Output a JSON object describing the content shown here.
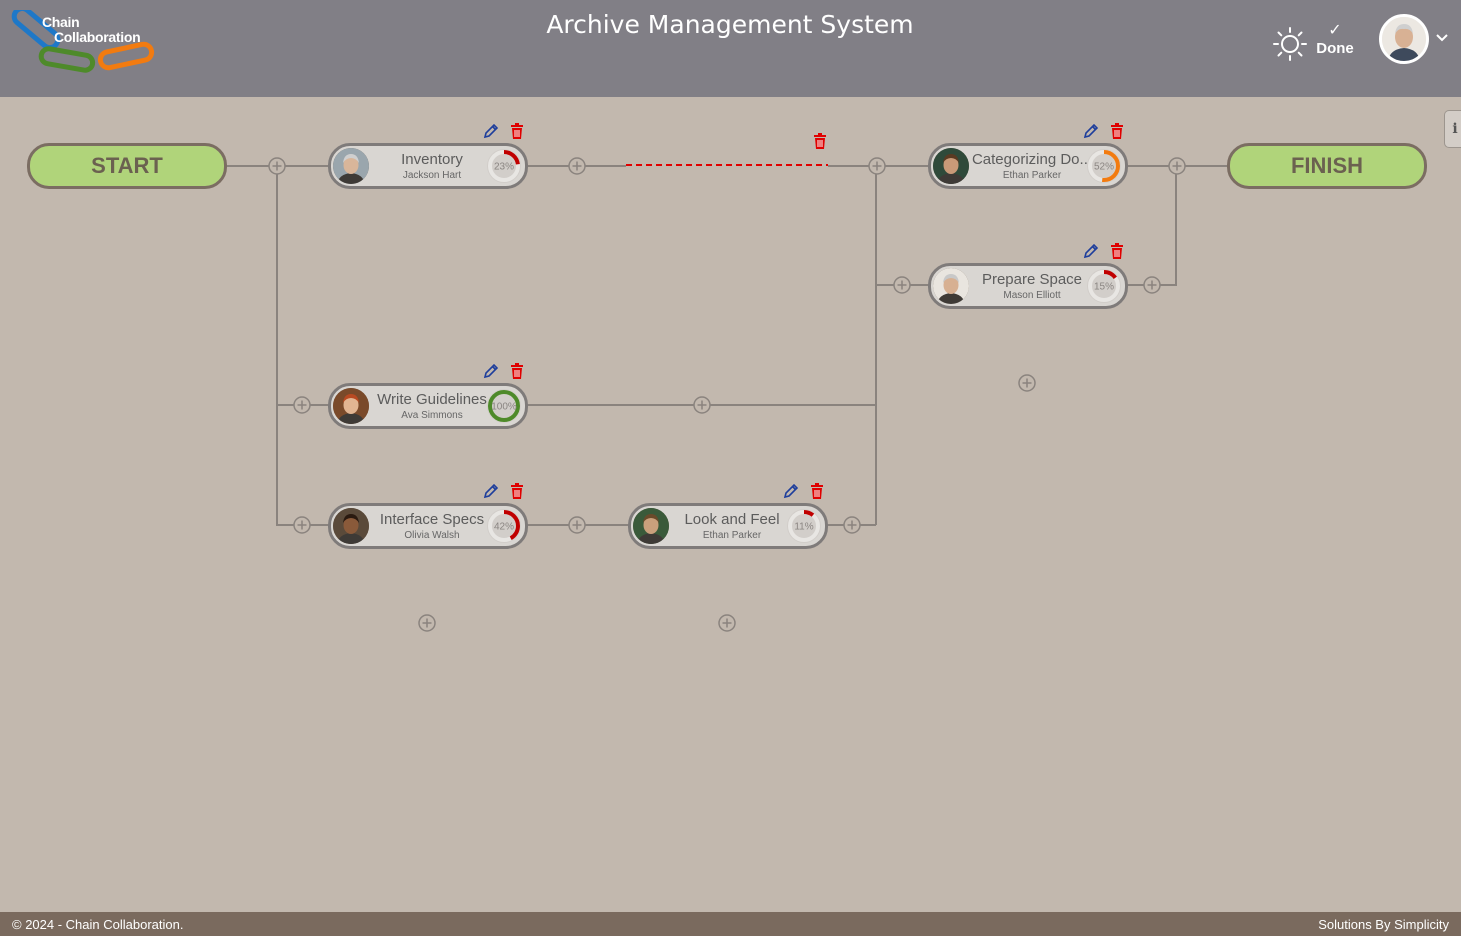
{
  "header": {
    "logo_line1": "Chain",
    "logo_line2": "Collaboration",
    "title": "Archive Management System",
    "theme_icon": "sun-icon",
    "done_label": "Done",
    "user_avatar_icon": "user-avatar",
    "menu_icon": "chevron-down-icon"
  },
  "info_tab_label": "i",
  "flow": {
    "start_label": "START",
    "finish_label": "FINISH",
    "tasks": [
      {
        "id": "inventory",
        "name": "Inventory",
        "assignee": "Jackson Hart",
        "progress": 23,
        "progress_label": "23%",
        "color": "#c00000"
      },
      {
        "id": "categorizing",
        "name": "Categorizing Do...",
        "assignee": "Ethan Parker",
        "progress": 52,
        "progress_label": "52%",
        "color": "#f27b10"
      },
      {
        "id": "prepare-space",
        "name": "Prepare Space",
        "assignee": "Mason Elliott",
        "progress": 15,
        "progress_label": "15%",
        "color": "#c00000"
      },
      {
        "id": "write-guidelines",
        "name": "Write Guidelines",
        "assignee": "Ava Simmons",
        "progress": 100,
        "progress_label": "100%",
        "color": "#4e8a2a"
      },
      {
        "id": "interface-specs",
        "name": "Interface Specs",
        "assignee": "Olivia Walsh",
        "progress": 42,
        "progress_label": "42%",
        "color": "#c00000"
      },
      {
        "id": "look-and-feel",
        "name": "Look and Feel",
        "assignee": "Ethan Parker",
        "progress": 11,
        "progress_label": "11%",
        "color": "#c00000"
      }
    ]
  },
  "colors": {
    "header_bg": "#817f86",
    "canvas_bg": "#c2b8ae",
    "endpoint_fill": "#b0d47a",
    "dashed_link": "#e00000",
    "edit_icon": "#1e3e9c",
    "delete_icon": "#e00000",
    "footer_bg": "#7a6a5e"
  },
  "footer": {
    "copyright": "© 2024 - Chain Collaboration.",
    "tagline": "Solutions By Simplicity"
  }
}
